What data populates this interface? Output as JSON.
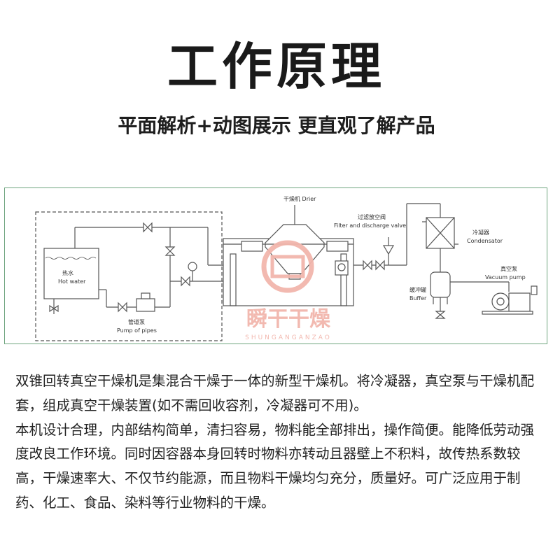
{
  "header": {
    "title": "工作原理",
    "subtitle": "平面解析+动图展示 更直观了解产品"
  },
  "diagram": {
    "labels": {
      "drier": "干燥机 Drier",
      "filter_cn": "过滤放空阀",
      "filter_en": "Filter and discharge valve",
      "condenser_cn": "冷凝器",
      "condenser_en": "Condensator",
      "vacuum_cn": "真空泵",
      "vacuum_en": "Vacuum pump",
      "buffer_cn": "缓冲罐",
      "buffer_en": "Buffer",
      "hotwater_cn": "热水",
      "hotwater_en": "Hot water",
      "pump_cn": "管道泵",
      "pump_en": "Pump of pipes"
    },
    "watermark": {
      "brand": "瞬干干燥",
      "pinyin": "SHUNGANGANZAO"
    },
    "colors": {
      "frame": "#6fa57f",
      "line": "#555555",
      "watermark": "#f2b6ac"
    }
  },
  "description": {
    "paragraphs": [
      "双锥回转真空干燥机是集混合干燥于一体的新型干燥机。将冷凝器，真空泵与干燥机配套，组成真空干燥装置(如不需回收容剂，冷凝器可不用)。",
      "本机设计合理，内部结构简单，清扫容易，物料能全部排出，操作简便。能降低劳动强度改良工作环境。同时因容器本身回转时物料亦转动且器壁上不积料，故传热系数较高，干燥速率大、不仅节约能源，而且物料干燥均匀充分，质量好。可广泛应用于制药、化工、食品、染料等行业物料的干燥。"
    ]
  }
}
